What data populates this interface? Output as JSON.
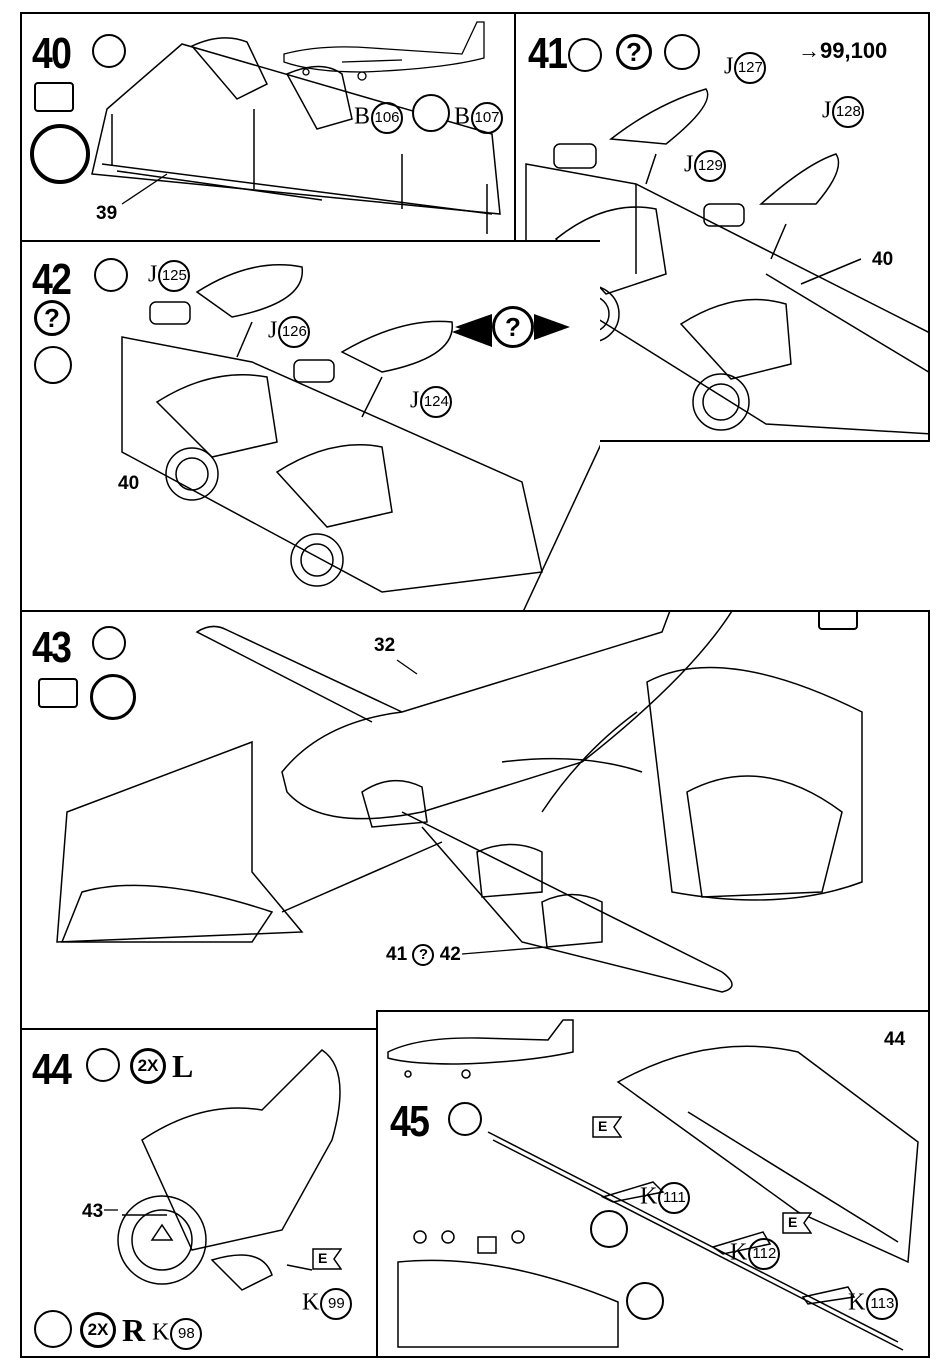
{
  "steps": {
    "s40": {
      "number": "40",
      "callout_b1_letter": "B",
      "callout_b1_num": "106",
      "callout_b2_letter": "B",
      "callout_b2_num": "107",
      "ref_39": "39"
    },
    "s41": {
      "number": "41",
      "next_steps": "→99,100",
      "callout_j127_letter": "J",
      "callout_j127_num": "127",
      "callout_j128_letter": "J",
      "callout_j128_num": "128",
      "callout_j129_letter": "J",
      "callout_j129_num": "129",
      "ref_40": "40"
    },
    "s42": {
      "number": "42",
      "callout_j125_letter": "J",
      "callout_j125_num": "125",
      "callout_j126_letter": "J",
      "callout_j126_num": "126",
      "callout_j124_letter": "J",
      "callout_j124_num": "124",
      "ref_40": "40"
    },
    "s43": {
      "number": "43",
      "ref_32": "32",
      "ref_41": "41",
      "ref_42": "42"
    },
    "s44": {
      "number": "44",
      "multiplier": "2X",
      "side_left": "L",
      "multiplier2": "2X",
      "side_right": "R",
      "ref_43": "43",
      "callout_k99_letter": "K",
      "callout_k99_num": "99",
      "callout_k98_letter": "K",
      "callout_k98_num": "98",
      "decal_letter": "E"
    },
    "s45": {
      "number": "45",
      "ref_44": "44",
      "callout_k111_letter": "K",
      "callout_k111_num": "111",
      "callout_k112_letter": "K",
      "callout_k112_num": "112",
      "callout_k113_letter": "K",
      "callout_k113_num": "113",
      "decal_letter": "E"
    }
  },
  "choice_symbol": "?",
  "icons": [
    "glue-tube-icon",
    "tape-icon",
    "clock-icon",
    "question-icon",
    "flip-arrow-icon",
    "star-burst-icon",
    "decal-flag-icon"
  ]
}
